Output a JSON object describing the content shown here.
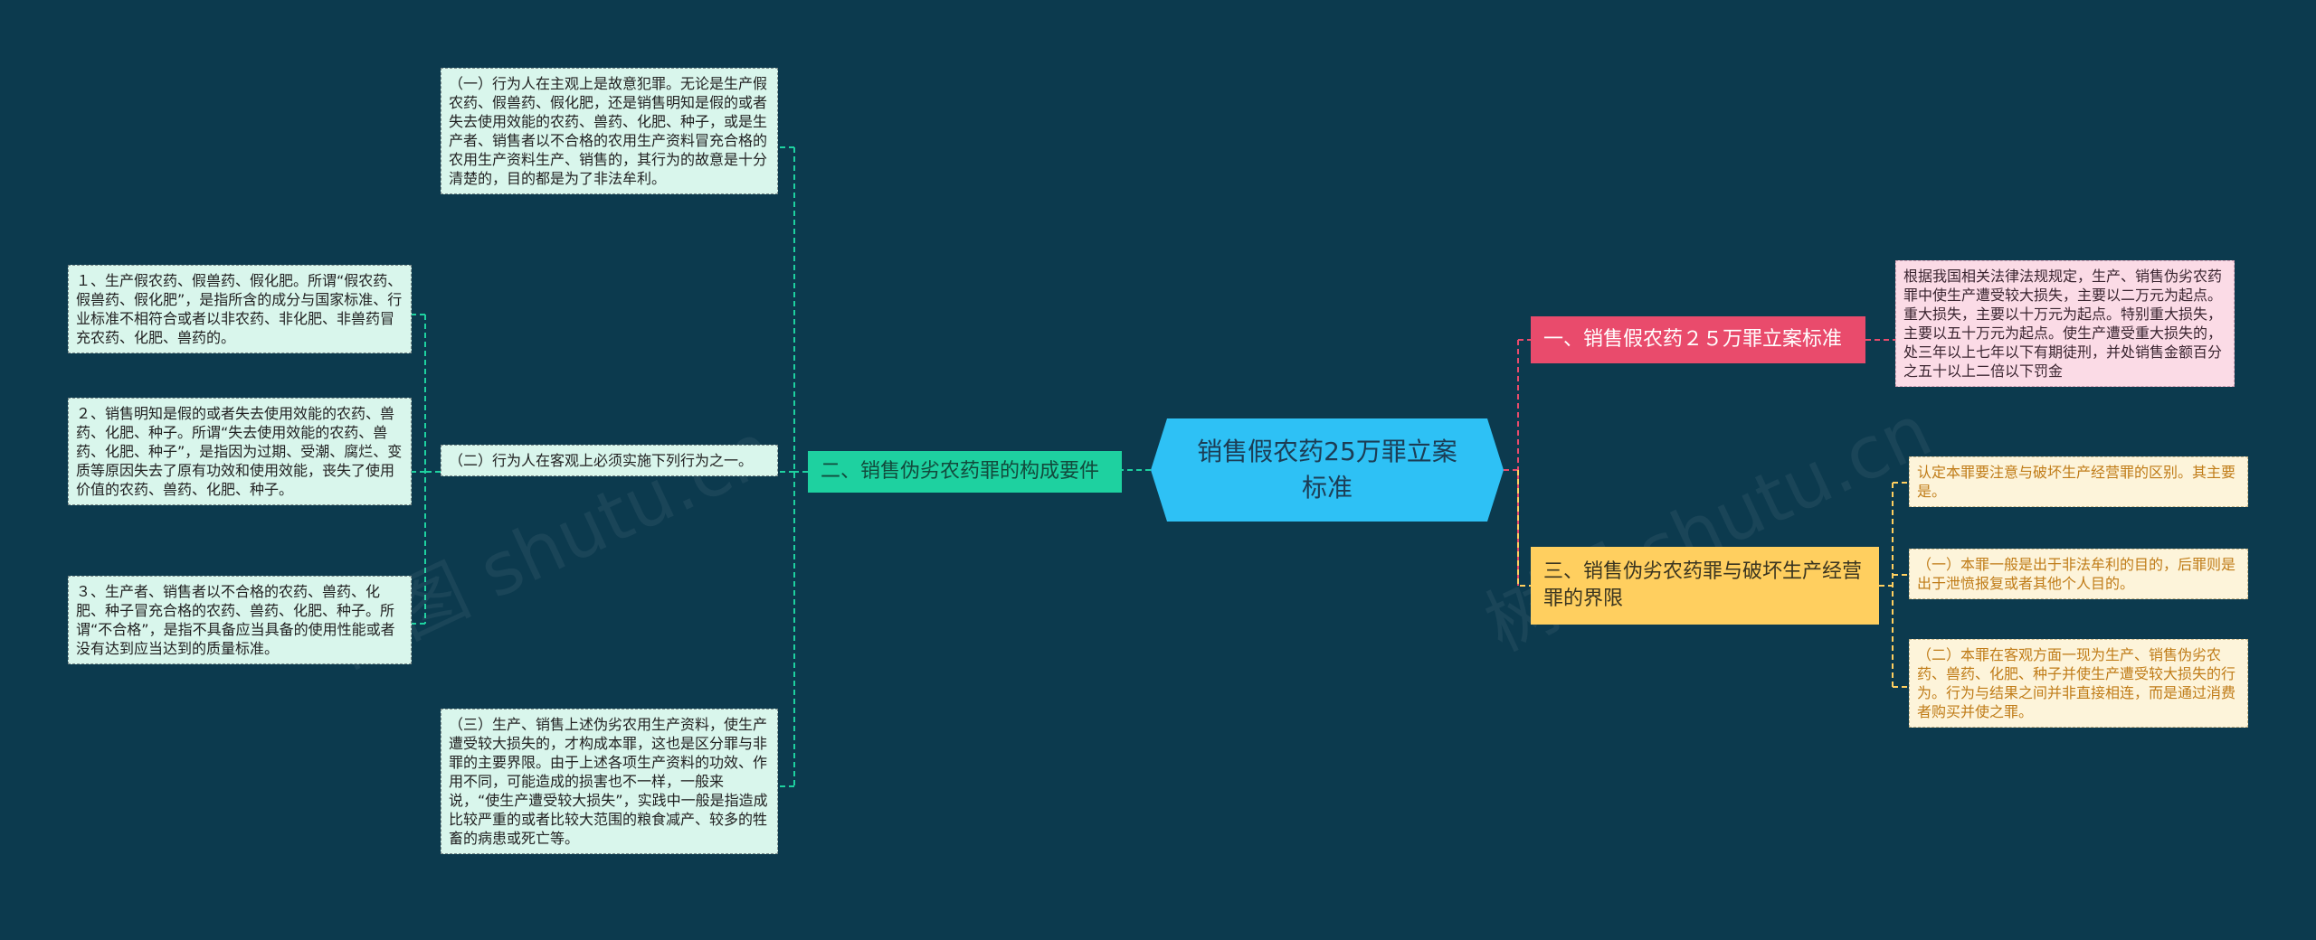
{
  "center": {
    "title": "销售假农药25万罪立案标准"
  },
  "branches": {
    "right1": {
      "label": "一、销售假农药２５万罪立案标准",
      "leaf": "根据我国相关法律法规规定，生产、销售伪劣农药罪中使生产遭受较大损失，主要以二万元为起点。重大损失，主要以十万元为起点。特别重大损失，主要以五十万元为起点。使生产遭受重大损失的，处三年以上七年以下有期徒刑，并处销售金额百分之五十以上二倍以下罚金"
    },
    "left": {
      "label": "二、销售伪劣农药罪的构成要件",
      "subs": [
        {
          "text": "（一）行为人在主观上是故意犯罪。无论是生产假农药、假兽药、假化肥，还是销售明知是假的或者失去使用效能的农药、兽药、化肥、种子，或是生产者、销售者以不合格的农用生产资料冒充合格的农用生产资料生产、销售的，其行为的故意是十分清楚的，目的都是为了非法牟利。"
        },
        {
          "text": "（二）行为人在客观上必须实施下列行为之一。"
        },
        {
          "text": "（三）生产、销售上述伪劣农用生产资料，使生产遭受较大损失的，才构成本罪，这也是区分罪与非罪的主要界限。由于上述各项生产资料的功效、作用不同，可能造成的损害也不一样，一般来说，“使生产遭受较大损失”，实践中一般是指造成比较严重的或者比较大范围的粮食减产、较多的牲畜的病患或死亡等。"
        }
      ],
      "sub2_items": [
        "１、生产假农药、假兽药、假化肥。所谓“假农药、假兽药、假化肥”，是指所含的成分与国家标准、行业标准不相符合或者以非农药、非化肥、非兽药冒充农药、化肥、兽药的。",
        "２、销售明知是假的或者失去使用效能的农药、兽药、化肥、种子。所谓“失去使用效能的农药、兽药、化肥、种子”，是指因为过期、受潮、腐烂、变质等原因失去了原有功效和使用效能，丧失了使用价值的农药、兽药、化肥、种子。",
        "３、生产者、销售者以不合格的农药、兽药、化肥、种子冒充合格的农药、兽药、化肥、种子。所谓“不合格”，是指不具备应当具备的使用性能或者没有达到应当达到的质量标准。"
      ]
    },
    "right3": {
      "label": "三、销售伪劣农药罪与破坏生产经营罪的界限",
      "leaves": [
        "认定本罪要注意与破坏生产经营罪的区别。其主要是。",
        "（一）本罪一般是出于非法牟利的目的，后罪则是出于泄愤报复或者其他个人目的。",
        "（二）本罪在客观方面一现为生产、销售伪劣农药、兽药、化肥、种子并使生产遭受较大损失的行为。行为与结果之间并非直接相连，而是通过消费者购买并使之罪。"
      ]
    }
  },
  "watermarks": [
    "树图 shutu.cn",
    "树图 shutu.cn"
  ],
  "colors": {
    "background": "#0c3a4e",
    "center": "#2ec1f5",
    "left_branch": "#1ed1a0",
    "right1_branch": "#e94b6c",
    "right3_branch": "#ffcf5f"
  }
}
